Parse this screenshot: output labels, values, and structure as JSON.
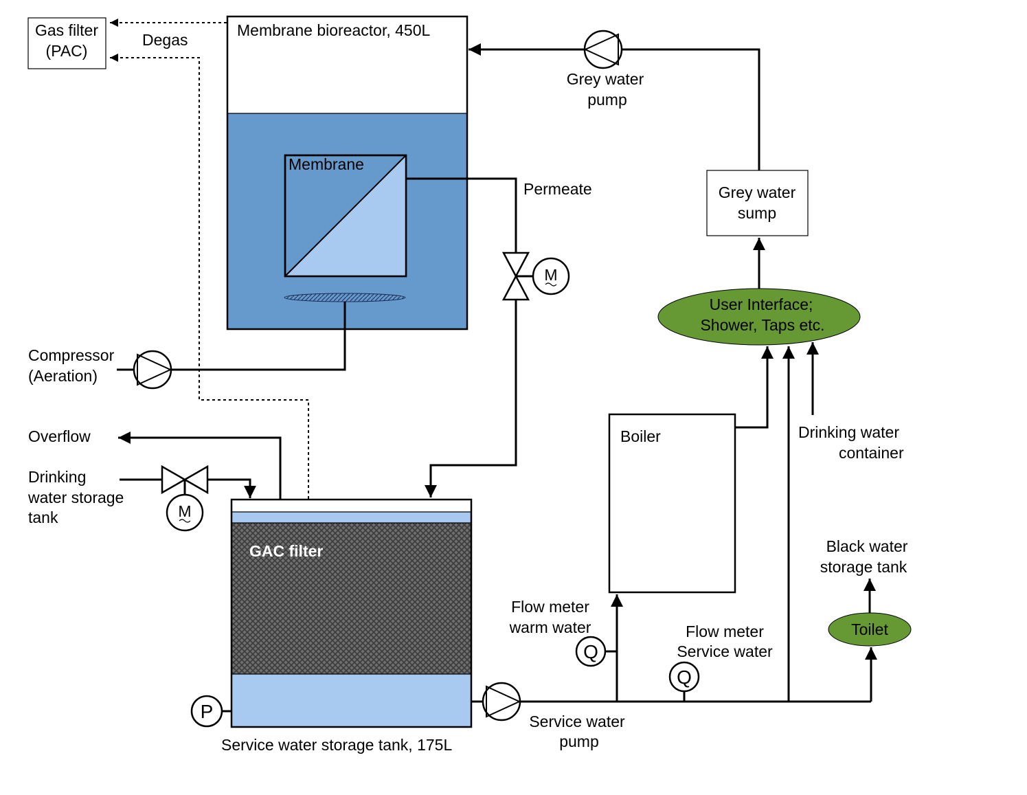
{
  "labels": {
    "gas_filter_1": "Gas filter",
    "gas_filter_2": "(PAC)",
    "degas": "Degas",
    "mbr": "Membrane bioreactor, 450L",
    "membrane": "Membrane",
    "grey_pump_1": "Grey water",
    "grey_pump_2": "pump",
    "permeate": "Permeate",
    "grey_sump_1": "Grey water",
    "grey_sump_2": "sump",
    "user_if_1": "User Interface;",
    "user_if_2": "Shower, Taps etc.",
    "compressor_1": "Compressor",
    "compressor_2": "(Aeration)",
    "overflow": "Overflow",
    "drinking_tank_1": "Drinking",
    "drinking_tank_2": "water storage",
    "drinking_tank_3": "tank",
    "boiler": "Boiler",
    "drinking_container_1": "Drinking water",
    "drinking_container_2": "container",
    "gac": "GAC filter",
    "black_water_1": "Black water",
    "black_water_2": "storage tank",
    "flow_warm_1": "Flow meter",
    "flow_warm_2": "warm water",
    "flow_service_1": "Flow meter",
    "flow_service_2": "Service water",
    "toilet": "Toilet",
    "service_pump_1": "Service water",
    "service_pump_2": "pump",
    "service_tank": "Service water storage tank, 175L",
    "motor_symbol": "M",
    "flow_symbol": "Q",
    "pressure_symbol": "P"
  },
  "colors": {
    "reactor_water": "#6699cc",
    "membrane_light": "#a8caf0",
    "green_node": "#669933",
    "gac_dark": "#4a4a4a",
    "service_water": "#a8caf0"
  }
}
